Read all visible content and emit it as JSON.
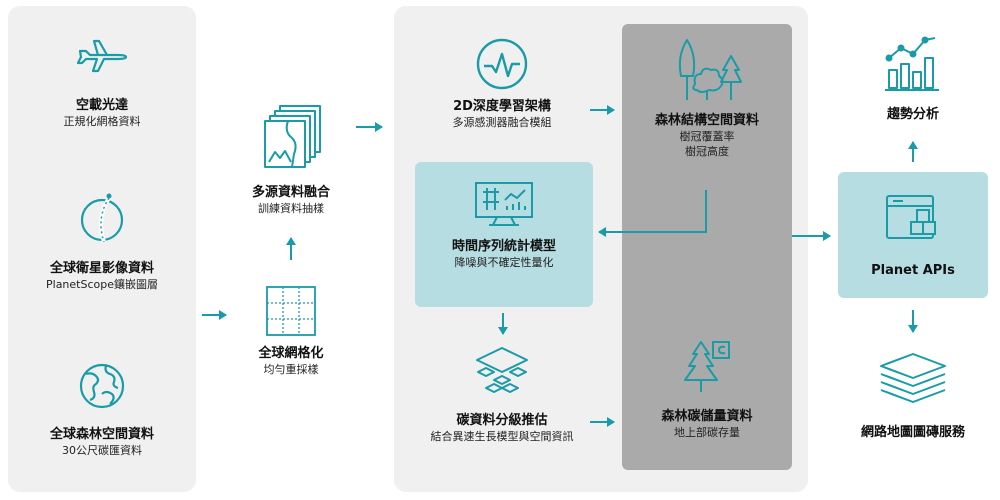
{
  "colors": {
    "accent": "#1a9ba8",
    "panel": "#f0f0f0",
    "gray_column": "#aaaaaa",
    "teal_box": "#b6dde2"
  },
  "sources": {
    "lidar": {
      "icon": "airplane-icon",
      "title": "空載光達",
      "subtitle": "正規化網格資料"
    },
    "satellite": {
      "icon": "satellite-orbit-icon",
      "title": "全球衛星影像資料",
      "subtitle": "PlanetScope鑲嵌圖層"
    },
    "forest": {
      "icon": "globe-icon",
      "title": "全球森林空間資料",
      "subtitle": "30公尺碳匯資料"
    }
  },
  "preprocess": {
    "fusion": {
      "icon": "stacked-maps-icon",
      "title": "多源資料融合",
      "subtitle": "訓練資料抽樣"
    },
    "grid": {
      "icon": "grid-icon",
      "title": "全球網格化",
      "subtitle": "均勻重採樣"
    }
  },
  "model": {
    "deep": {
      "icon": "waveform-icon",
      "title": "2D深度學習架構",
      "subtitle": "多源感測器融合模組"
    },
    "timeseries": {
      "icon": "monitor-chart-icon",
      "title": "時間序列統計模型",
      "subtitle": "降噪與不確定性量化"
    },
    "carbon_grading": {
      "icon": "layers-tiles-icon",
      "title": "碳資料分級推估",
      "subtitle": "結合異速生長模型與空間資訊"
    }
  },
  "outputs_gray": {
    "structure": {
      "icon": "trees-icon",
      "title": "森林結構空間資料",
      "subtitle_1": "樹冠覆蓋率",
      "subtitle_2": "樹冠高度"
    },
    "storage": {
      "icon": "tree-carbon-icon",
      "title": "森林碳儲量資料",
      "subtitle": "地上部碳存量"
    }
  },
  "delivery": {
    "trend": {
      "icon": "trend-chart-icon",
      "title": "趨勢分析"
    },
    "api": {
      "icon": "app-window-icon",
      "title": "Planet APIs"
    },
    "tiles": {
      "icon": "stacked-layers-icon",
      "title": "網路地圖圖磚服務"
    }
  }
}
